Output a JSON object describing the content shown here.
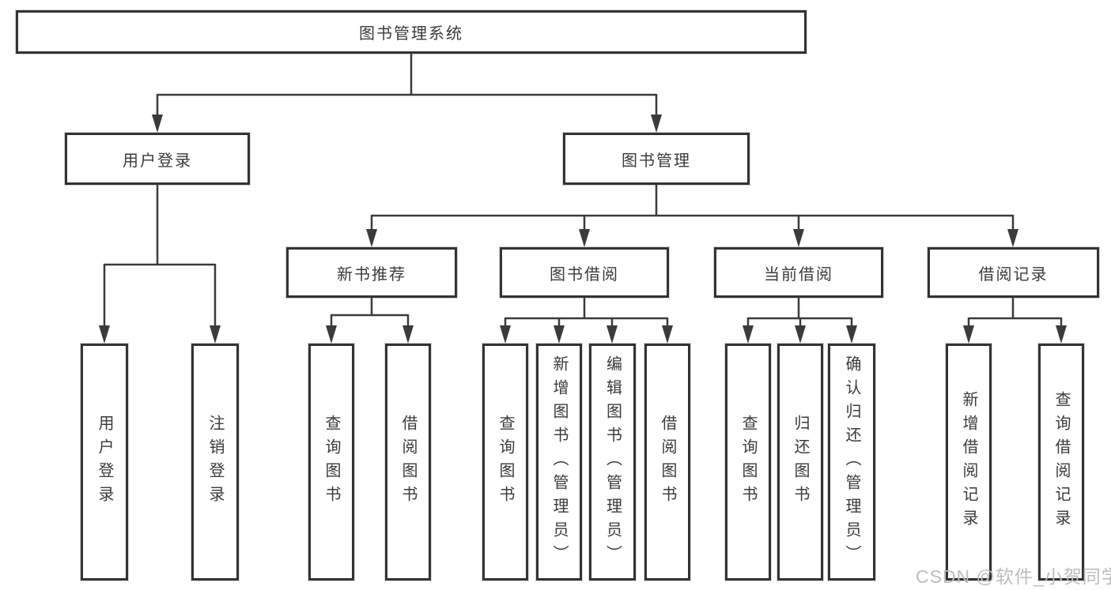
{
  "diagram": {
    "root_label": "图书管理系统",
    "groups": {
      "user": {
        "label": "用户登录",
        "leaves": [
          "用户登录",
          "注销登录"
        ]
      },
      "mgmt": {
        "label": "图书管理"
      },
      "rec": {
        "label": "新书推荐",
        "leaves": [
          "查询图书",
          "借阅图书"
        ]
      },
      "borrow": {
        "label": "图书借阅",
        "leaves": [
          "查询图书",
          "新增图书（管理员）",
          "编辑图书（管理员）",
          "借阅图书"
        ]
      },
      "current": {
        "label": "当前借阅",
        "leaves": [
          "查询图书",
          "归还图书",
          "确认归还（管理员）"
        ]
      },
      "records": {
        "label": "借阅记录",
        "leaves": [
          "新增借阅记录",
          "查询借阅记录"
        ]
      }
    }
  },
  "watermark": {
    "text": "CSDN @软件_小贺同学",
    "color": "#bdbdbd"
  },
  "colors": {
    "line": "#3b3b3b",
    "box_border": "#333333",
    "box_background": "#ffffff",
    "text": "#3a3a3a",
    "page_background": "#ffffff"
  }
}
